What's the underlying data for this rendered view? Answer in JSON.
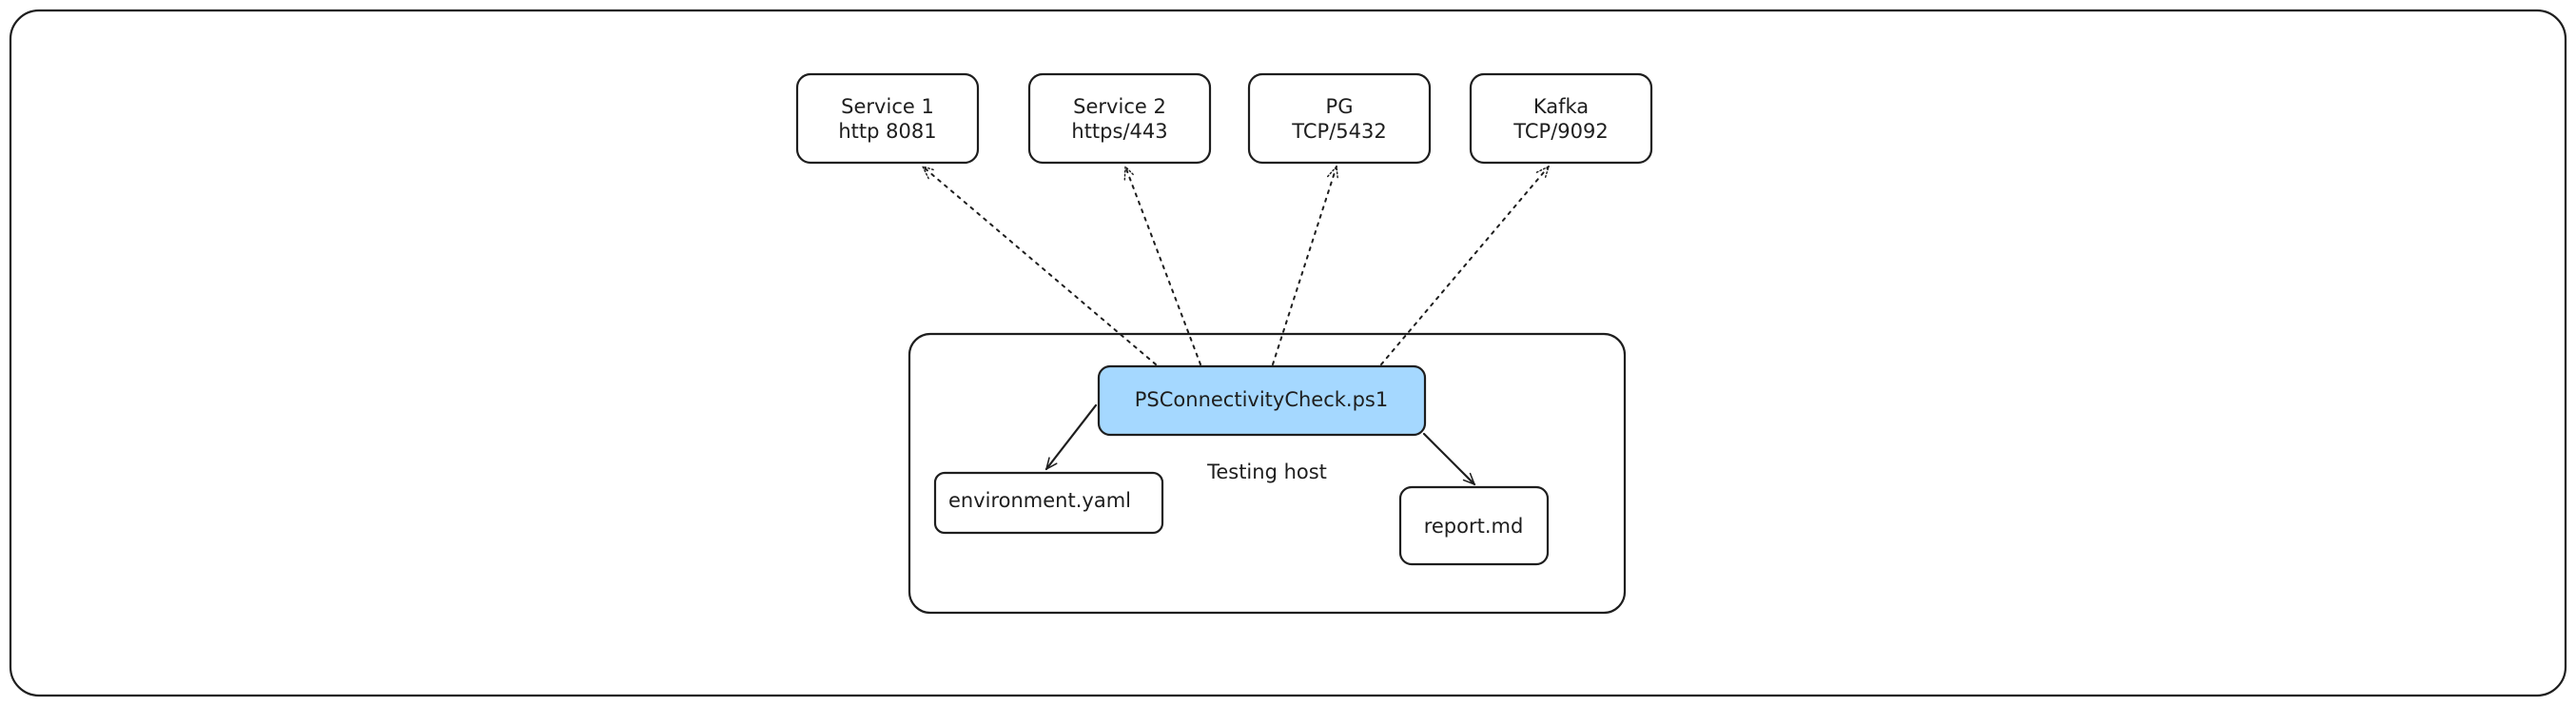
{
  "diagram": {
    "services": [
      {
        "id": "service1",
        "line1": "Service 1",
        "line2": "http 8081"
      },
      {
        "id": "service2",
        "line1": "Service 2",
        "line2": "https/443"
      },
      {
        "id": "pg",
        "line1": "PG",
        "line2": "TCP/5432"
      },
      {
        "id": "kafka",
        "line1": "Kafka",
        "line2": "TCP/9092"
      }
    ],
    "host_label": "Testing host",
    "script_label": "PSConnectivityCheck.ps1",
    "config_label": "environment.yaml",
    "report_label": "report.md",
    "colors": {
      "stroke": "#1e1e1e",
      "script_fill": "#a5d8ff",
      "background": "#ffffff"
    }
  }
}
